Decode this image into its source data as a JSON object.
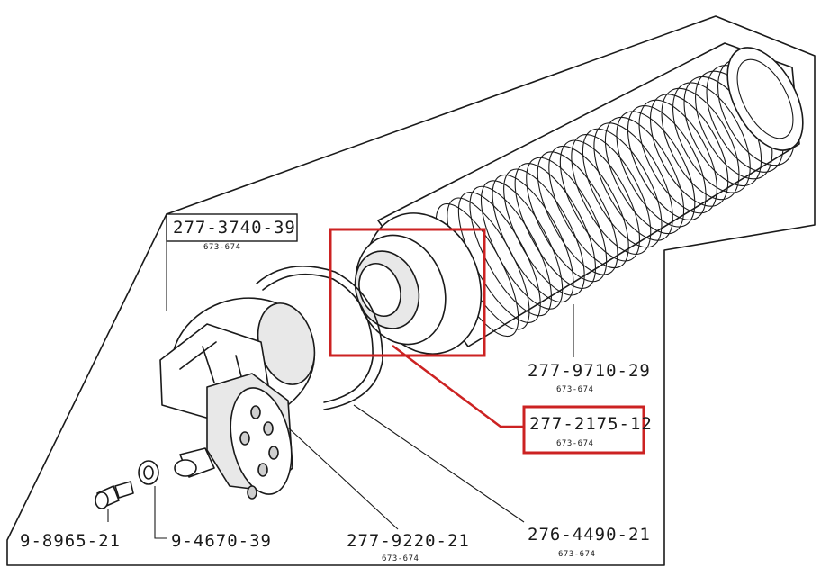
{
  "highlight_color": "#cc2222",
  "parts": [
    {
      "id": "p_3740",
      "number": "277-3740-39",
      "model": "673-674"
    },
    {
      "id": "p_9710",
      "number": "277-9710-29",
      "model": "673-674"
    },
    {
      "id": "p_2175",
      "number": "277-2175-12",
      "model": "673-674"
    },
    {
      "id": "p_8965",
      "number": "9-8965-21"
    },
    {
      "id": "p_4670",
      "number": "9-4670-39"
    },
    {
      "id": "p_9220",
      "number": "277-9220-21",
      "model": "673-674"
    },
    {
      "id": "p_4490",
      "number": "276-4490-21",
      "model": "673-674"
    }
  ]
}
